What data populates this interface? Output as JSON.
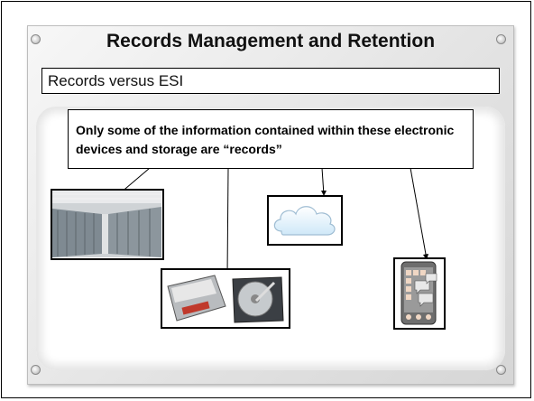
{
  "slide": {
    "title": "Records Management and Retention",
    "subtitle": "Records versus ESI",
    "callout_text": "Only some of the information contained within these electronic devices and storage are “records”"
  },
  "images": [
    {
      "name": "data-center-image",
      "icon": "server-room-icon"
    },
    {
      "name": "hard-drives-image",
      "icon": "hard-drive-icon"
    },
    {
      "name": "cloud-image",
      "icon": "cloud-icon"
    },
    {
      "name": "mobile-device-image",
      "icon": "smartphone-icon"
    }
  ],
  "colors": {
    "frame": "#000000",
    "card_gradient_light": "#f7f7f7",
    "card_gradient_dark": "#d6d6d6",
    "cloud_blue": "#dff0fb"
  }
}
